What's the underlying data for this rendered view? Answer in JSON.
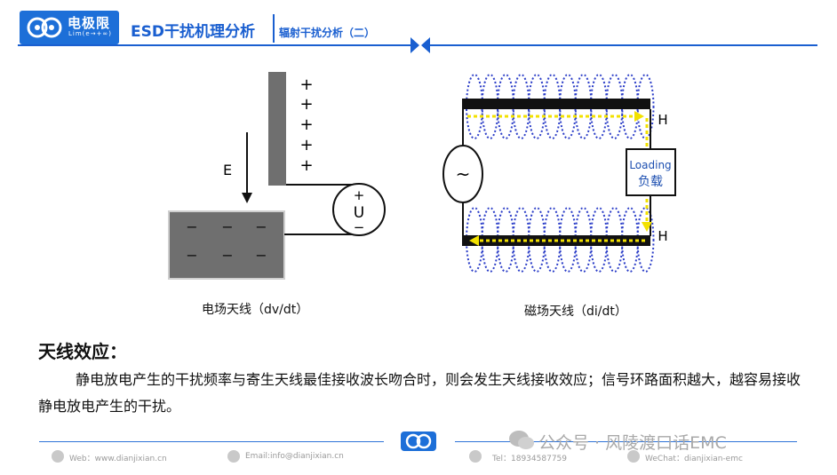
{
  "header": {
    "logo_text": "电极限",
    "logo_sub": "Lim(e→+∞)",
    "title": "ESD干扰机理分析",
    "subtitle": "辐射干扰分析（二）"
  },
  "figure_left": {
    "caption": "电场天线（dv/dt）",
    "field_label": "E",
    "source_label": "U",
    "plus": [
      "+",
      "+",
      "+",
      "+",
      "+"
    ],
    "minus": [
      "−",
      "−",
      "−",
      "−",
      "−",
      "−"
    ],
    "u_plus": "+",
    "u_minus": "−"
  },
  "figure_right": {
    "caption": "磁场天线（di/dt）",
    "h_top": "H",
    "h_bottom": "H",
    "source_symbol": "~",
    "load_en": "Loading",
    "load_cn": "负载"
  },
  "section": {
    "title": "天线效应：",
    "paragraph": "静电放电产生的干扰频率与寄生天线最佳接收波长吻合时，则会发生天线接收效应；信号环路面积越大，越容易接收静电放电产生的干扰。"
  },
  "footer": {
    "web": "Web：www.dianjixian.cn",
    "email": "Email:info@dianjixian.cn",
    "tel": "Tel：18934587759",
    "wechat": "WeChat：dianjixian-emc",
    "watermark": "公众号 · 风陵渡口话EMC"
  },
  "colors": {
    "brand": "#1d6fd8",
    "coil": "#2d3fc8",
    "arrow": "#f2e100",
    "plate": "#6f6f6f"
  }
}
